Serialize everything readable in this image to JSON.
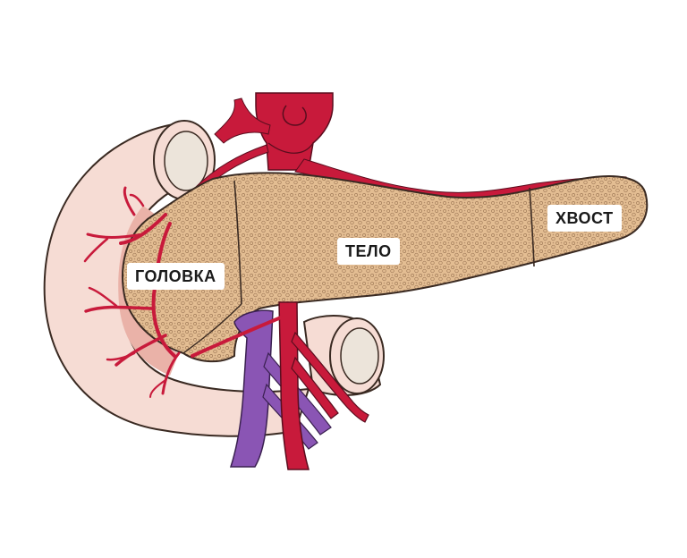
{
  "labels": {
    "head": "ГОЛОВКА",
    "body": "ТЕЛО",
    "tail": "ХВОСТ"
  },
  "colors": {
    "pancreas": "#e3bd92",
    "pancreas_speckle": "#9a7553",
    "duodenum_outer": "#f6dcd4",
    "duodenum_inner": "#eab2a8",
    "artery": "#c81a3b",
    "vein": "#8a55b4",
    "outline": "#3a2a22"
  }
}
